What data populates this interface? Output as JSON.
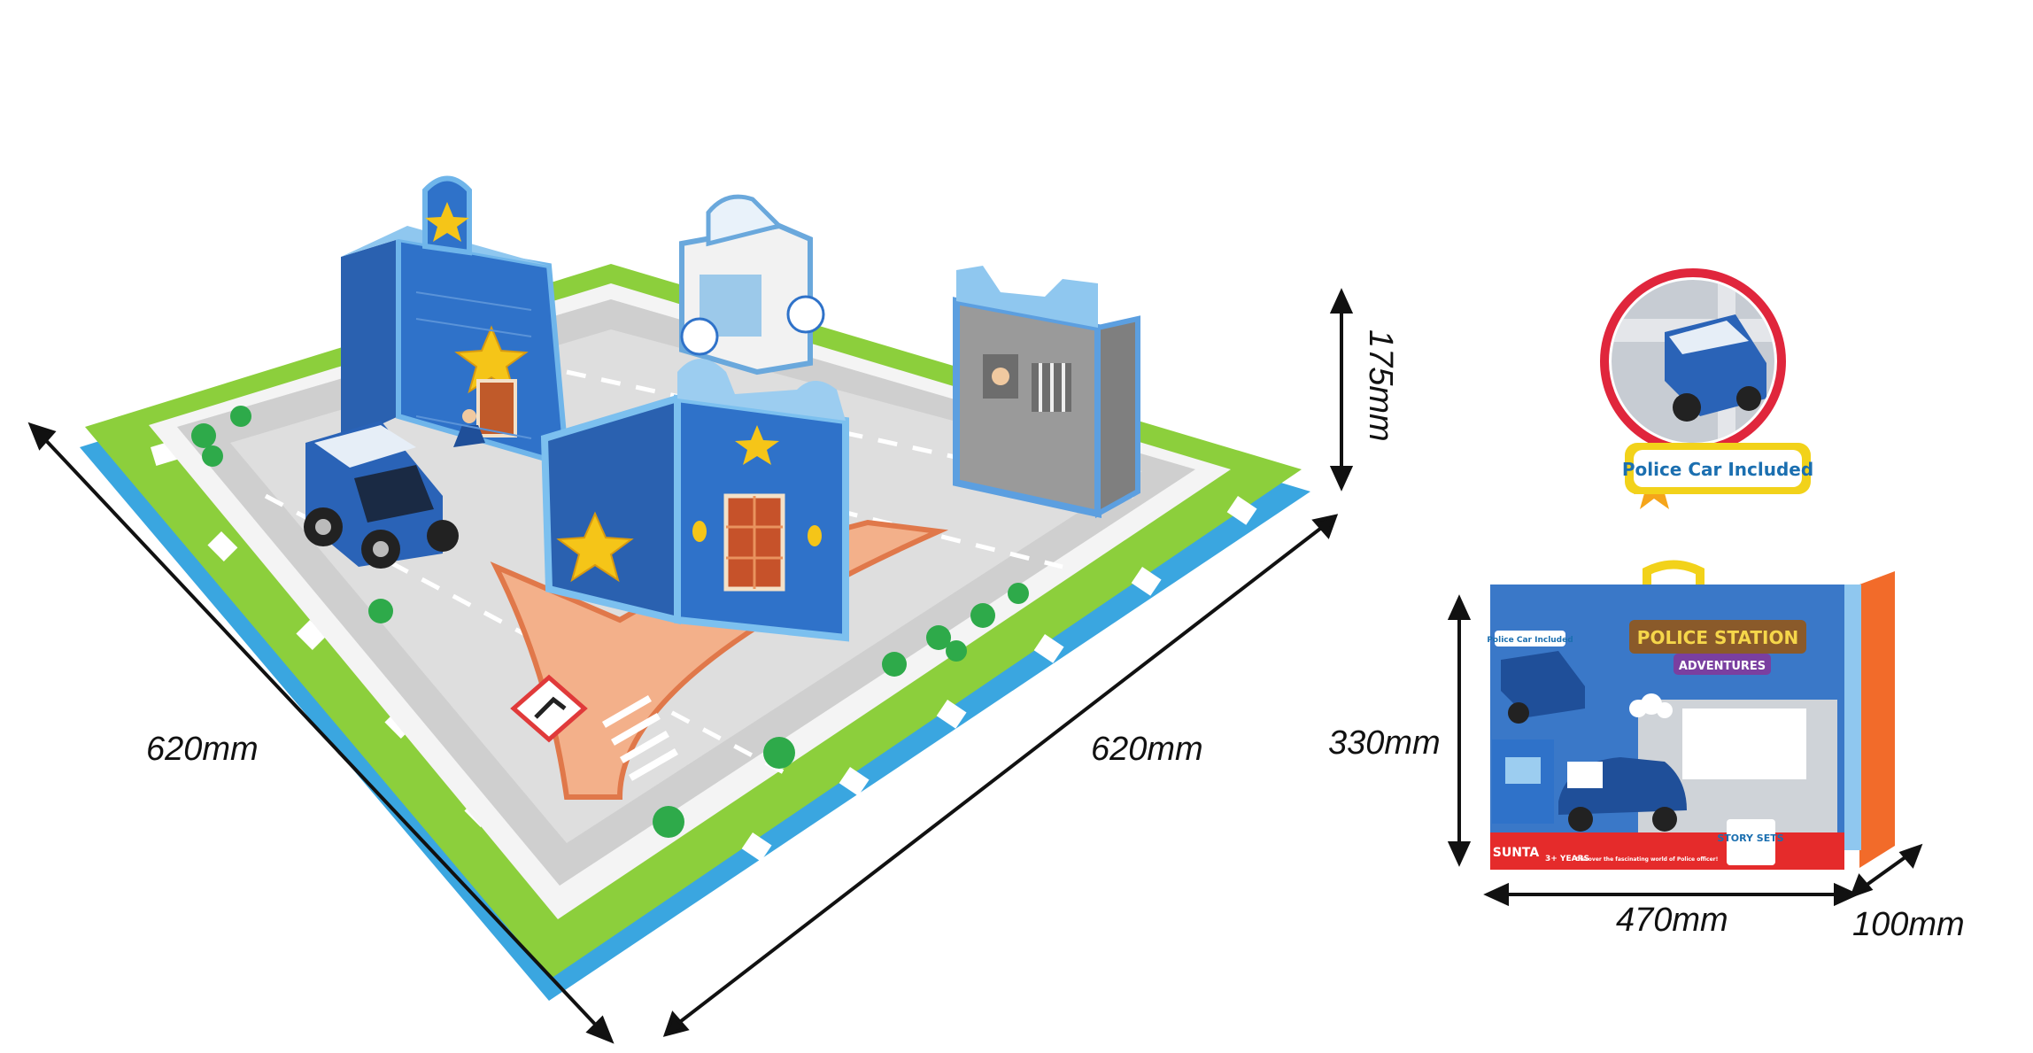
{
  "dimensions": {
    "mat_left": "620mm",
    "mat_right": "620mm",
    "height": "175mm",
    "box_height": "330mm",
    "box_width": "470mm",
    "box_depth": "100mm"
  },
  "callout": {
    "label": "Police Car Included"
  },
  "box": {
    "car_badge": "Police Car Included",
    "title_line1": "POLICE STATION",
    "title_line2": "ADVENTURES",
    "brand": "SUNTA",
    "age": "3+ YEARS",
    "tagline": "Discover the fascinating world of Police officer!",
    "sets_title": "STORY SETS"
  },
  "colors": {
    "mat_green": "#8ccf3c",
    "mat_blue": "#3aa6e0",
    "building_blue": "#2f72c9",
    "road_grey": "#c8c8c8",
    "brick_orange": "#f08c5a",
    "callout_red": "#e0263c",
    "callout_yellow": "#f2d21a"
  }
}
